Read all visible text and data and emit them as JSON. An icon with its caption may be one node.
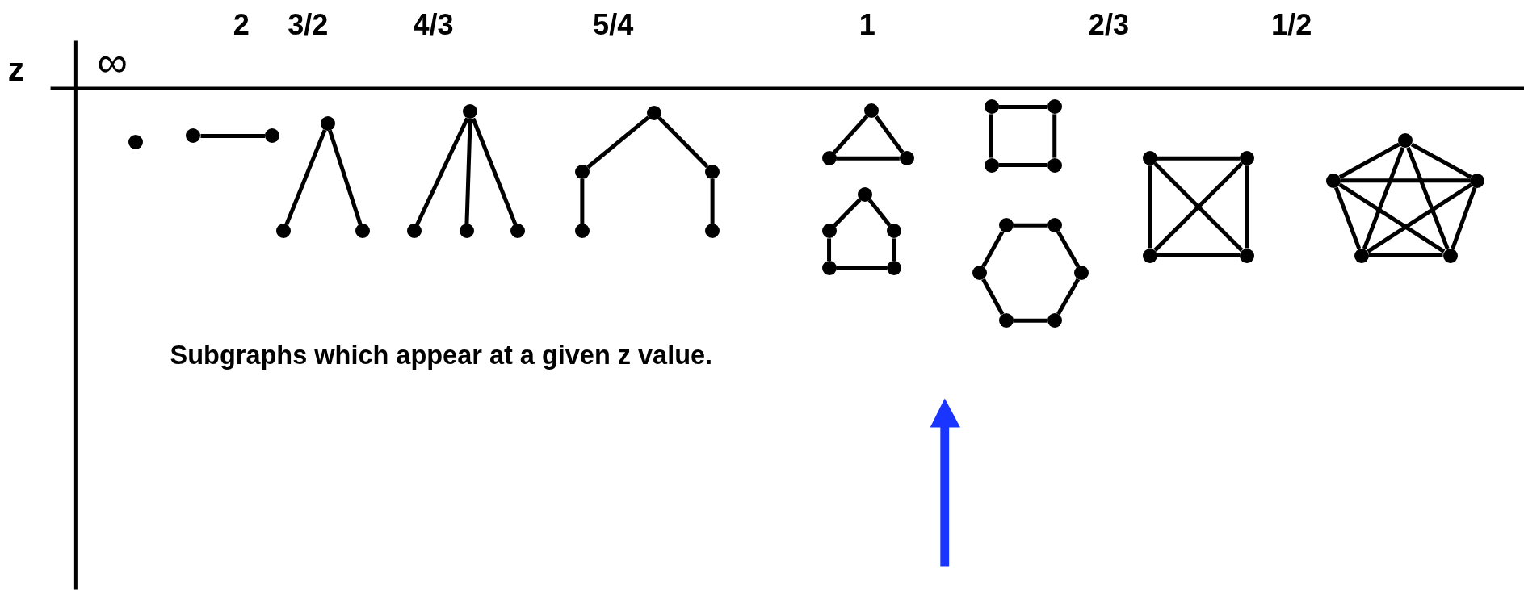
{
  "diagram": {
    "nodes": [
      {
        "text": [],
        "shape": "circle"
      },
      {
        "text": [],
        "shape": "circle"
      },
      {
        "text": [],
        "shape": "circle"
      },
      {
        "text": [],
        "shape": "circle"
      },
      {
        "text": [],
        "shape": "circle"
      },
      {
        "text": [],
        "shape": "circle"
      },
      {
        "text": [],
        "shape": "circle"
      },
      {
        "text": [],
        "shape": "circle"
      },
      {
        "text": [],
        "shape": "circle"
      },
      {
        "text": [],
        "shape": "circle"
      },
      {
        "text": [],
        "shape": "circle"
      },
      {
        "text": [],
        "shape": "circle"
      },
      {
        "text": [],
        "shape": "circle"
      },
      {
        "text": [],
        "shape": "circle"
      },
      {
        "text": [],
        "shape": "circle"
      },
      {
        "text": [],
        "shape": "circle"
      },
      {
        "text": [],
        "shape": "circle"
      },
      {
        "text": [],
        "shape": "circle"
      },
      {
        "text": [],
        "shape": "circle"
      },
      {
        "text": [],
        "shape": "circle"
      },
      {
        "text": [],
        "shape": "circle"
      },
      {
        "text": [],
        "shape": "circle"
      },
      {
        "text": [],
        "shape": "circle"
      },
      {
        "text": [],
        "shape": "circle"
      },
      {
        "text": [],
        "shape": "circle"
      },
      {
        "text": [],
        "shape": "circle"
      },
      {
        "text": [],
        "shape": "circle"
      },
      {
        "text": [],
        "shape": "circle"
      },
      {
        "text": [],
        "shape": "circle"
      },
      {
        "text": [],
        "shape": "circle"
      },
      {
        "text": [],
        "shape": "circle"
      },
      {
        "text": [],
        "shape": "circle"
      },
      {
        "text": [],
        "shape": "circle"
      },
      {
        "text": [],
        "shape": "circle"
      },
      {
        "text": [],
        "shape": "circle"
      },
      {
        "text": [],
        "shape": "circle"
      },
      {
        "text": [],
        "shape": "circle"
      },
      {
        "text": [],
        "shape": "circle"
      },
      {
        "text": [],
        "shape": "circle"
      },
      {
        "text": [],
        "shape": "circle"
      },
      {
        "text": [],
        "shape": "circle"
      },
      {
        "text": [],
        "shape": "circle"
      }
    ],
    "edges": [
      {
        "from": 1,
        "to": 2,
        "arrow": "none"
      },
      {
        "from": 3,
        "to": 4,
        "arrow": "none"
      },
      {
        "from": 3,
        "to": 5,
        "arrow": "none"
      },
      {
        "from": 6,
        "to": 7,
        "arrow": "none"
      },
      {
        "from": 6,
        "to": 8,
        "arrow": "none"
      },
      {
        "from": 6,
        "to": 9,
        "arrow": "none"
      },
      {
        "from": 10,
        "to": 11,
        "arrow": "none"
      },
      {
        "from": 10,
        "to": 12,
        "arrow": "none"
      },
      {
        "from": 11,
        "to": 13,
        "arrow": "none"
      },
      {
        "from": 12,
        "to": 14,
        "arrow": "none"
      },
      {
        "from": 15,
        "to": 16,
        "arrow": "none"
      },
      {
        "from": 15,
        "to": 17,
        "arrow": "none"
      },
      {
        "from": 16,
        "to": 17,
        "arrow": "none"
      },
      {
        "from": 18,
        "to": 19,
        "arrow": "none"
      },
      {
        "from": 18,
        "to": 20,
        "arrow": "none"
      },
      {
        "from": 19,
        "to": 21,
        "arrow": "none"
      },
      {
        "from": 20,
        "to": 22,
        "arrow": "none"
      },
      {
        "from": 21,
        "to": 22,
        "arrow": "none"
      },
      {
        "from": 23,
        "to": 24,
        "arrow": "none"
      },
      {
        "from": 24,
        "to": 26,
        "arrow": "none"
      },
      {
        "from": 26,
        "to": 25,
        "arrow": "none"
      },
      {
        "from": 25,
        "to": 23,
        "arrow": "none"
      },
      {
        "from": 27,
        "to": 28,
        "arrow": "none"
      },
      {
        "from": 28,
        "to": 29,
        "arrow": "none"
      },
      {
        "from": 29,
        "to": 30,
        "arrow": "none"
      },
      {
        "from": 30,
        "to": 31,
        "arrow": "none"
      },
      {
        "from": 31,
        "to": 32,
        "arrow": "none"
      },
      {
        "from": 32,
        "to": 27,
        "arrow": "none"
      },
      {
        "from": 33,
        "to": 34,
        "arrow": "none"
      },
      {
        "from": 34,
        "to": 35,
        "arrow": "none"
      },
      {
        "from": 35,
        "to": 36,
        "arrow": "none"
      },
      {
        "from": 36,
        "to": 33,
        "arrow": "none"
      },
      {
        "from": 33,
        "to": 35,
        "arrow": "none"
      },
      {
        "from": 34,
        "to": 36,
        "arrow": "none"
      },
      {
        "from": 37,
        "to": 38,
        "arrow": "none"
      },
      {
        "from": 38,
        "to": 39,
        "arrow": "none"
      },
      {
        "from": 39,
        "to": 40,
        "arrow": "none"
      },
      {
        "from": 40,
        "to": 41,
        "arrow": "none"
      },
      {
        "from": 41,
        "to": 37,
        "arrow": "none"
      },
      {
        "from": 37,
        "to": 39,
        "arrow": "none"
      },
      {
        "from": 37,
        "to": 40,
        "arrow": "none"
      },
      {
        "from": 38,
        "to": 40,
        "arrow": "none"
      },
      {
        "from": 38,
        "to": 41,
        "arrow": "none"
      },
      {
        "from": 39,
        "to": 41,
        "arrow": "none"
      }
    ],
    "labels": [
      "z",
      "∞",
      "2",
      "3/2",
      "4/3",
      "5/4",
      "1",
      "2/3",
      "1/2",
      "Subgraphs which appear at a given z value."
    ]
  }
}
